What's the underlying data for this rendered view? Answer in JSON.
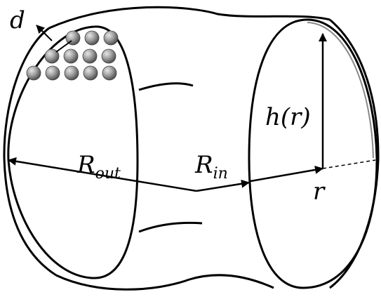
{
  "labels": {
    "d": "d",
    "R_out_base": "R",
    "R_out_sub": "out",
    "R_in_base": "R",
    "R_in_sub": "in",
    "h": "h(r)",
    "r": "r"
  },
  "colors": {
    "stroke": "#000000",
    "sphere_light": "#cfcfcf",
    "sphere_dark": "#5f5f5f",
    "background": "#ffffff"
  },
  "particle_rows": [
    3,
    4,
    5
  ]
}
